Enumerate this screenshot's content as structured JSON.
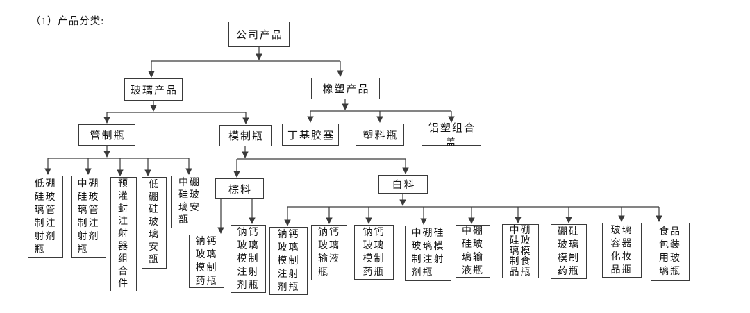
{
  "caption": "（1）产品分类:",
  "colors": {
    "background": "#ffffff",
    "box_border": "#3a3a3a",
    "connector": "#3a3a3a",
    "text": "#141414"
  },
  "nodes": {
    "company": {
      "label": "公司产品"
    },
    "glass": {
      "label": "玻璃产品"
    },
    "rubber": {
      "label": "橡塑产品"
    },
    "tube": {
      "label": "管制瓶"
    },
    "molded": {
      "label": "模制瓶"
    },
    "butyl": {
      "label": "丁基胶塞"
    },
    "plastic": {
      "label": "塑料瓶"
    },
    "alucap": {
      "label": "铝塑组合盖"
    },
    "brown": {
      "label": "棕料"
    },
    "white": {
      "label": "白料"
    },
    "t1": {
      "label": "低硼\n硅玻\n璃管\n制注\n射剂\n瓶"
    },
    "t2": {
      "label": "中硼\n硅玻\n璃管\n制注\n射剂\n瓶"
    },
    "t3": {
      "label": "预\n灌\n封\n注\n射\n器\n组\n合\n件"
    },
    "t4": {
      "label": "低\n硼\n硅\n玻\n璃\n安\n瓿"
    },
    "t5": {
      "label": "中硼\n硅玻\n璃安\n瓿"
    },
    "b1": {
      "label": "钠钙\n玻璃\n模制\n药瓶"
    },
    "b2": {
      "label": "钠钙\n玻璃\n模制\n注射\n剂瓶"
    },
    "w1": {
      "label": "钠钙\n玻璃\n模制\n注射\n剂瓶"
    },
    "w2": {
      "label": "钠钙\n玻璃\n输液\n瓶"
    },
    "w3": {
      "label": "钠钙\n玻璃\n模制\n药瓶"
    },
    "w4": {
      "label": "中硼硅\n玻璃模\n制注射\n剂瓶"
    },
    "w5": {
      "label": "中硼\n硅玻\n璃输\n液瓶"
    },
    "w6": {
      "label": "中硼\n硅玻\n璃模\n制食\n品瓶"
    },
    "w7": {
      "label": "硼硅\n玻璃\n模制\n药瓶"
    },
    "w8": {
      "label": "玻璃\n容器\n化妆\n品瓶"
    },
    "w9": {
      "label": "食品\n包装\n用玻\n璃瓶"
    }
  },
  "edges": [
    [
      "company",
      "glass"
    ],
    [
      "company",
      "rubber"
    ],
    [
      "glass",
      "tube"
    ],
    [
      "glass",
      "molded"
    ],
    [
      "rubber",
      "butyl"
    ],
    [
      "rubber",
      "plastic"
    ],
    [
      "rubber",
      "alucap"
    ],
    [
      "tube",
      "t1"
    ],
    [
      "tube",
      "t2"
    ],
    [
      "tube",
      "t3"
    ],
    [
      "tube",
      "t4"
    ],
    [
      "tube",
      "t5"
    ],
    [
      "molded",
      "brown"
    ],
    [
      "molded",
      "white"
    ],
    [
      "brown",
      "b1"
    ],
    [
      "brown",
      "b2"
    ],
    [
      "white",
      "w1"
    ],
    [
      "white",
      "w2"
    ],
    [
      "white",
      "w3"
    ],
    [
      "white",
      "w4"
    ],
    [
      "white",
      "w5"
    ],
    [
      "white",
      "w6"
    ],
    [
      "white",
      "w7"
    ],
    [
      "white",
      "w8"
    ],
    [
      "white",
      "w9"
    ]
  ]
}
